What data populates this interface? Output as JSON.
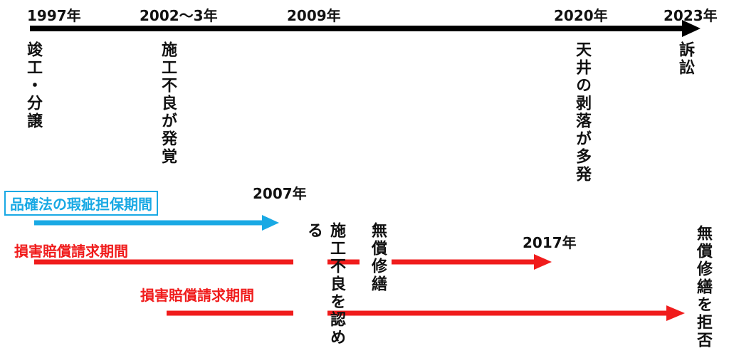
{
  "timeline": {
    "years": [
      "1997年",
      "2002〜3年",
      "2009年",
      "2020年",
      "2023年"
    ],
    "events": [
      "竣工・分譲",
      "施工不良が発覚",
      "天井の剥落が多発",
      "訴訟"
    ]
  },
  "periods": {
    "warranty_label": "品確法の瑕疵担保期間",
    "warranty_end": "2007年",
    "damages_label_1": "損害賠償請求期間",
    "damages_end_1": "2017年",
    "damages_label_2": "損害賠償請求期間"
  },
  "notes": {
    "admit": "施工不良を認める",
    "free_repair": "無償修繕",
    "refuse": "無償修繕を拒否"
  },
  "colors": {
    "timeline": "#000000",
    "warranty": "#19a9e4",
    "damages": "#f01c1c"
  }
}
